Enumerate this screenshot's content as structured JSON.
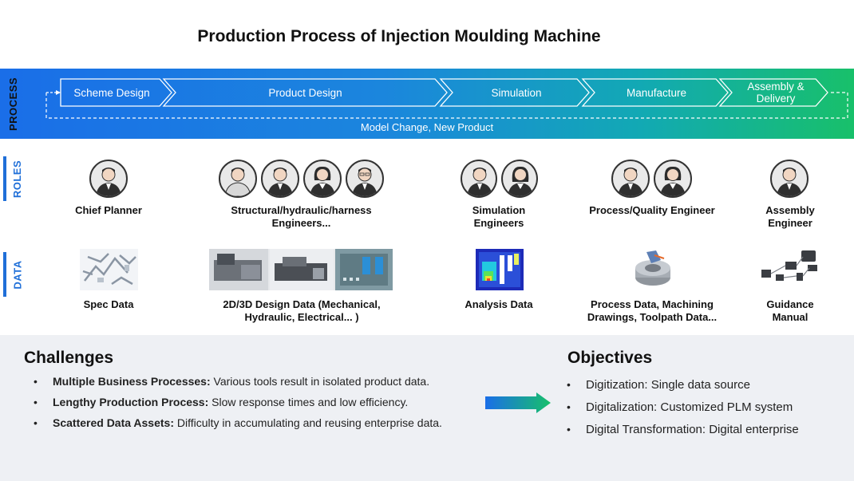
{
  "title": "Production Process of Injection Moulding Machine",
  "process": {
    "label": "PROCESS",
    "steps": [
      "Scheme Design",
      "Product Design",
      "Simulation",
      "Manufacture",
      "Assembly & Delivery"
    ],
    "loop_label": "Model Change, New Product"
  },
  "roles": {
    "label": "ROLES",
    "items": [
      {
        "label": "Chief Planner",
        "count": 1
      },
      {
        "label": "Structural/hydraulic/harness Engineers...",
        "count": 4
      },
      {
        "label": "Simulation Engineers",
        "count": 2
      },
      {
        "label": "Process/Quality Engineer",
        "count": 2
      },
      {
        "label": "Assembly Engineer",
        "count": 1
      }
    ]
  },
  "data": {
    "label": "DATA",
    "items": [
      {
        "label": "Spec Data"
      },
      {
        "label": "2D/3D Design Data (Mechanical, Hydraulic, Electrical... )"
      },
      {
        "label": "Analysis Data"
      },
      {
        "label": "Process Data, Machining Drawings, Toolpath Data..."
      },
      {
        "label": "Guidance Manual"
      }
    ]
  },
  "challenges": {
    "title": "Challenges",
    "items": [
      {
        "bold": "Multiple Business Processes:",
        "text": " Various tools result in isolated product data."
      },
      {
        "bold": "Lengthy Production Process:",
        "text": " Slow response times and low efficiency."
      },
      {
        "bold": "Scattered Data Assets:",
        "text": " Difficulty in accumulating and reusing enterprise data."
      }
    ]
  },
  "objectives": {
    "title": "Objectives",
    "items": [
      "Digitization: Single data source",
      "Digitalization: Customized PLM system",
      "Digital Transformation:  Digital enterprise"
    ]
  },
  "colors": {
    "accent_blue": "#1f6fd8",
    "band_start": "#1a6ee8",
    "band_end": "#18c06a"
  }
}
